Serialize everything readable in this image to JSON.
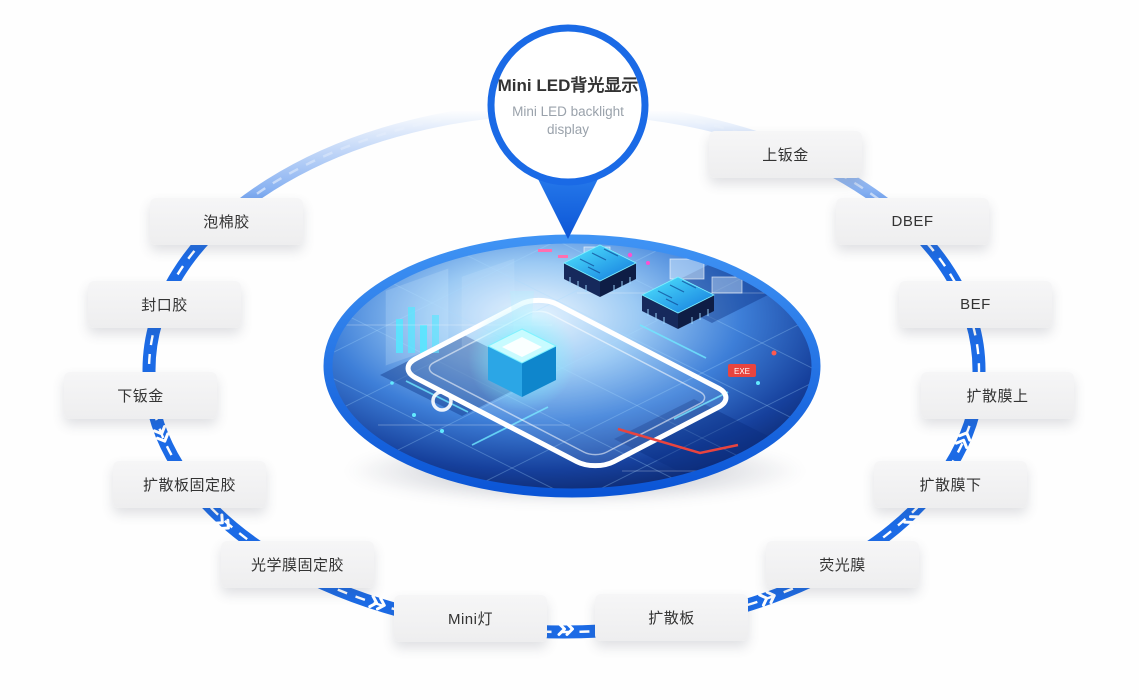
{
  "pin": {
    "title": "Mini LED背光显示",
    "subtitle": "Mini LED backlight display"
  },
  "steps": [
    {
      "label": "泡棉胶"
    },
    {
      "label": "封口胶"
    },
    {
      "label": "下钣金"
    },
    {
      "label": "扩散板固定胶"
    },
    {
      "label": "光学膜固定胶"
    },
    {
      "label": "Mini灯"
    },
    {
      "label": "扩散板"
    },
    {
      "label": "荧光膜"
    },
    {
      "label": "扩散膜下"
    },
    {
      "label": "扩散膜上"
    },
    {
      "label": "BEF"
    },
    {
      "label": "DBEF"
    },
    {
      "label": "上钣金"
    }
  ],
  "illustration": {
    "accent_label": "EXE"
  },
  "colors": {
    "accent_blue": "#1c6be6",
    "ring_blue": "#0b55d6",
    "label_bg": "#f2f2f3",
    "text_dark": "#333333",
    "text_gray": "#9aa2ab",
    "glow_cyan": "#7deeff",
    "accent_red": "#e8443f"
  }
}
